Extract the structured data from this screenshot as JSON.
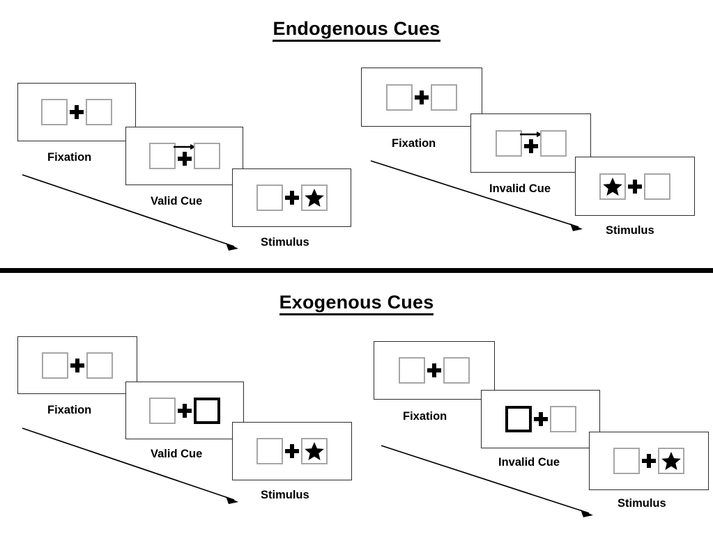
{
  "figure": {
    "title_top": "Endogenous Cues",
    "title_bottom": "Exogenous Cues"
  },
  "colors": {
    "panel_border": "#2b2b2b",
    "slot_border": "#a6a6a6",
    "cued_slot_border": "#000000",
    "fixation_cross": "#000000",
    "stimulus_star": "#000000",
    "divider": "#000000"
  },
  "icons": {
    "fixation_cross": "plus-cross-icon",
    "cue_arrow": "arrow-right-icon",
    "stimulus": "star-icon",
    "flow": "diagonal-arrow-icon"
  },
  "sections": [
    {
      "id": "endogenous",
      "title": "Endogenous Cues",
      "cue_type": "central-arrow",
      "conditions": [
        {
          "id": "endogenous-valid",
          "cue_label": "Valid Cue",
          "frames": [
            {
              "name": "fixation",
              "caption": "Fixation",
              "left_slot": "empty",
              "right_slot": "empty",
              "cue": "none",
              "target": "none"
            },
            {
              "name": "cue",
              "caption": "Valid Cue",
              "left_slot": "empty",
              "right_slot": "empty",
              "cue": "arrow-right",
              "target": "none"
            },
            {
              "name": "stimulus",
              "caption": "Stimulus",
              "left_slot": "empty",
              "right_slot": "star",
              "cue": "none",
              "target": "right"
            }
          ]
        },
        {
          "id": "endogenous-invalid",
          "cue_label": "Invalid Cue",
          "frames": [
            {
              "name": "fixation",
              "caption": "Fixation",
              "left_slot": "empty",
              "right_slot": "empty",
              "cue": "none",
              "target": "none"
            },
            {
              "name": "cue",
              "caption": "Invalid Cue",
              "left_slot": "empty",
              "right_slot": "empty",
              "cue": "arrow-right",
              "target": "none"
            },
            {
              "name": "stimulus",
              "caption": "Stimulus",
              "left_slot": "star",
              "right_slot": "empty",
              "cue": "none",
              "target": "left"
            }
          ]
        }
      ]
    },
    {
      "id": "exogenous",
      "title": "Exogenous Cues",
      "cue_type": "peripheral-box-flash",
      "conditions": [
        {
          "id": "exogenous-valid",
          "cue_label": "Valid Cue",
          "frames": [
            {
              "name": "fixation",
              "caption": "Fixation",
              "left_slot": "empty",
              "right_slot": "empty",
              "cue": "none",
              "target": "none"
            },
            {
              "name": "cue",
              "caption": "Valid Cue",
              "left_slot": "empty",
              "right_slot": "cued",
              "cue": "box-right",
              "target": "none"
            },
            {
              "name": "stimulus",
              "caption": "Stimulus",
              "left_slot": "empty",
              "right_slot": "star",
              "cue": "none",
              "target": "right"
            }
          ]
        },
        {
          "id": "exogenous-invalid",
          "cue_label": "Invalid Cue",
          "frames": [
            {
              "name": "fixation",
              "caption": "Fixation",
              "left_slot": "empty",
              "right_slot": "empty",
              "cue": "none",
              "target": "none"
            },
            {
              "name": "cue",
              "caption": "Invalid Cue",
              "left_slot": "cued",
              "right_slot": "empty",
              "cue": "box-left",
              "target": "none"
            },
            {
              "name": "stimulus",
              "caption": "Stimulus",
              "left_slot": "empty",
              "right_slot": "star",
              "cue": "none",
              "target": "right"
            }
          ]
        }
      ]
    }
  ],
  "captions": {
    "fixation": "Fixation",
    "valid_cue": "Valid Cue",
    "invalid_cue": "Invalid Cue",
    "stimulus": "Stimulus"
  }
}
